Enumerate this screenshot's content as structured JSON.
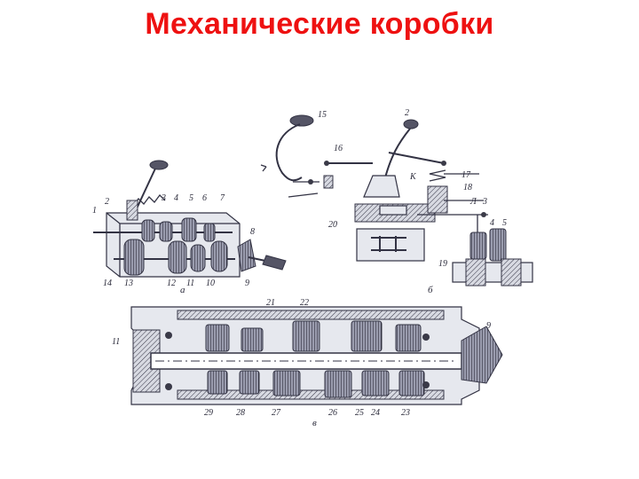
{
  "title": "Механические коробки",
  "figure": {
    "panel_a": {
      "caption": "а",
      "labels": [
        "1",
        "2",
        "3",
        "4",
        "5",
        "6",
        "7",
        "8",
        "9",
        "10",
        "11",
        "12",
        "13",
        "14"
      ]
    },
    "panel_b": {
      "caption": "б",
      "labels": [
        "2",
        "15",
        "16",
        "17",
        "18",
        "К",
        "Л",
        "3",
        "4",
        "5",
        "19",
        "20"
      ]
    },
    "panel_c": {
      "caption": "в",
      "labels": [
        "21",
        "22",
        "11",
        "9",
        "29",
        "28",
        "27",
        "26",
        "25",
        "24",
        "23"
      ]
    }
  }
}
